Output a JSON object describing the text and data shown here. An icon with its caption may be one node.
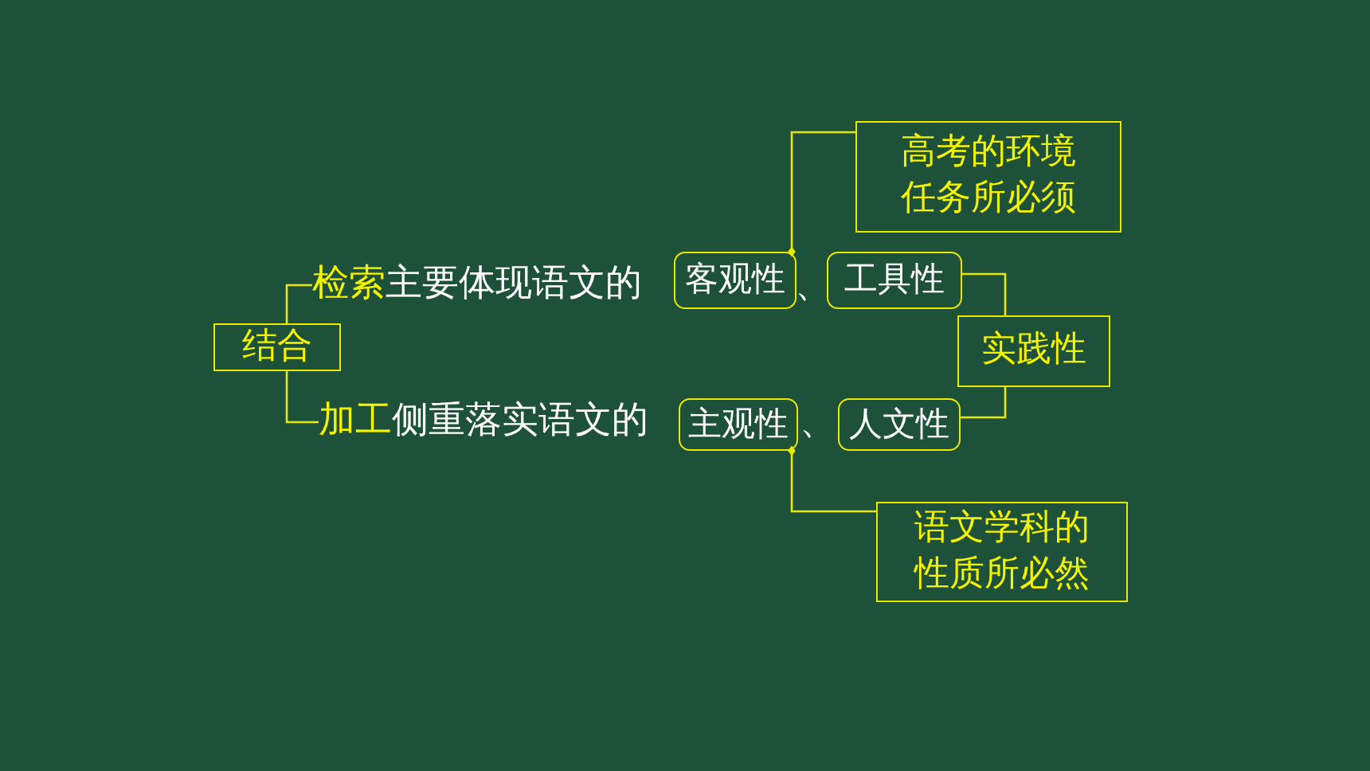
{
  "diagram": {
    "nodes": [
      {
        "text": [
          "结合"
        ]
      },
      {
        "text": [
          "检索",
          "主要体现语文的"
        ]
      },
      {
        "text": [
          "客观性"
        ]
      },
      {
        "text": [
          "工具性"
        ]
      },
      {
        "text": [
          "实践性"
        ]
      },
      {
        "text": [
          "高考的环境任务所必须"
        ]
      },
      {
        "text": [
          "加工",
          "侧重落实语文的"
        ]
      },
      {
        "text": [
          "主观性"
        ]
      },
      {
        "text": [
          "人文性"
        ]
      },
      {
        "text": [
          "语文学科的性质所必然"
        ]
      }
    ],
    "edges": [
      {
        "from": 0,
        "to": 1,
        "arrow": "none"
      },
      {
        "from": 0,
        "to": 6,
        "arrow": "none"
      },
      {
        "from": 3,
        "to": 4,
        "arrow": "none"
      },
      {
        "from": 8,
        "to": 4,
        "arrow": "none"
      },
      {
        "from": 5,
        "to": 2,
        "arrow": "other"
      },
      {
        "from": 9,
        "to": 7,
        "arrow": "other"
      }
    ],
    "labels": [
      "、",
      "、"
    ]
  }
}
